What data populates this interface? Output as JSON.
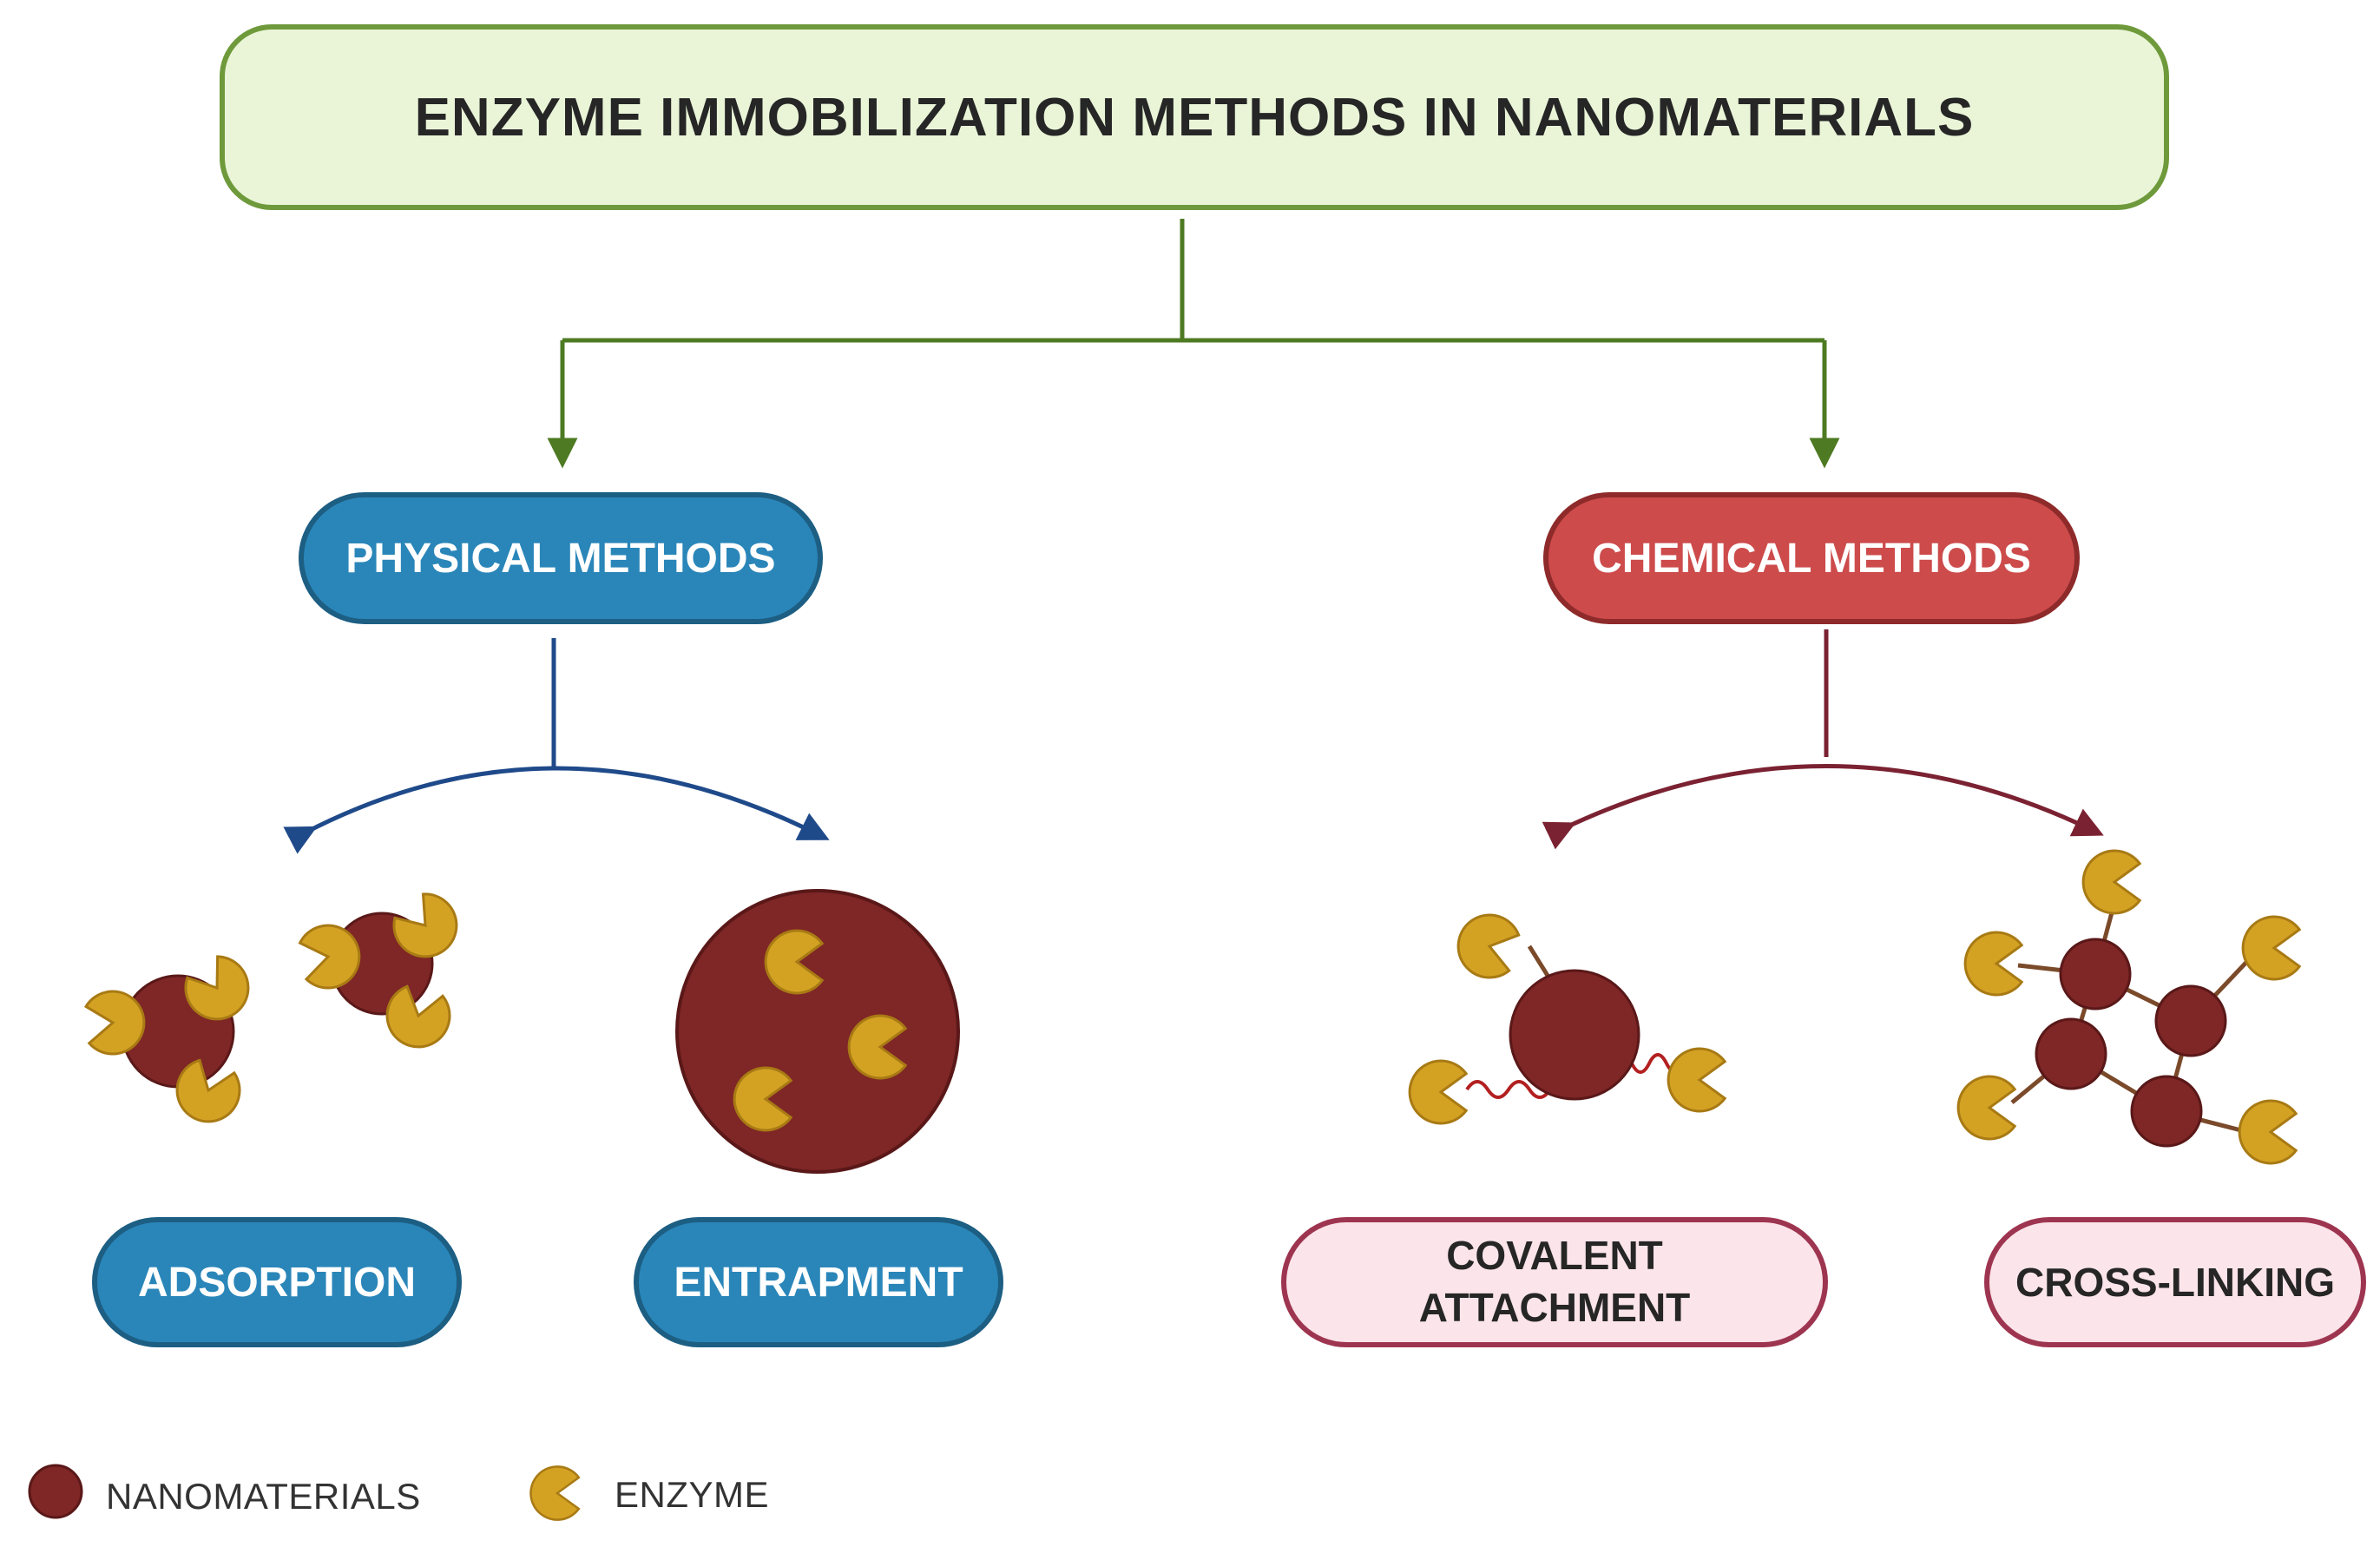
{
  "title": "ENZYME IMMOBILIZATION METHODS IN NANOMATERIALS",
  "categories": {
    "physical": {
      "label": "PHYSICAL METHODS",
      "methods": [
        {
          "label": "ADSORPTION"
        },
        {
          "label": "ENTRAPMENT"
        }
      ]
    },
    "chemical": {
      "label": "CHEMICAL METHODS",
      "methods": [
        {
          "label_line1": "COVALENT",
          "label_line2": "ATTACHMENT"
        },
        {
          "label": "CROSS-LINKING"
        }
      ]
    }
  },
  "legend": {
    "nanomaterials": "NANOMATERIALS",
    "enzyme": "ENZYME"
  },
  "colors": {
    "title_fill": "#eaf5d8",
    "title_border": "#6f9a3c",
    "physical_fill": "#2a86b9",
    "chemical_fill": "#cd4b4b",
    "chemical_method_fill": "#fbe4ea",
    "nanomaterial": "#7f2626",
    "enzyme": "#d4a223"
  }
}
